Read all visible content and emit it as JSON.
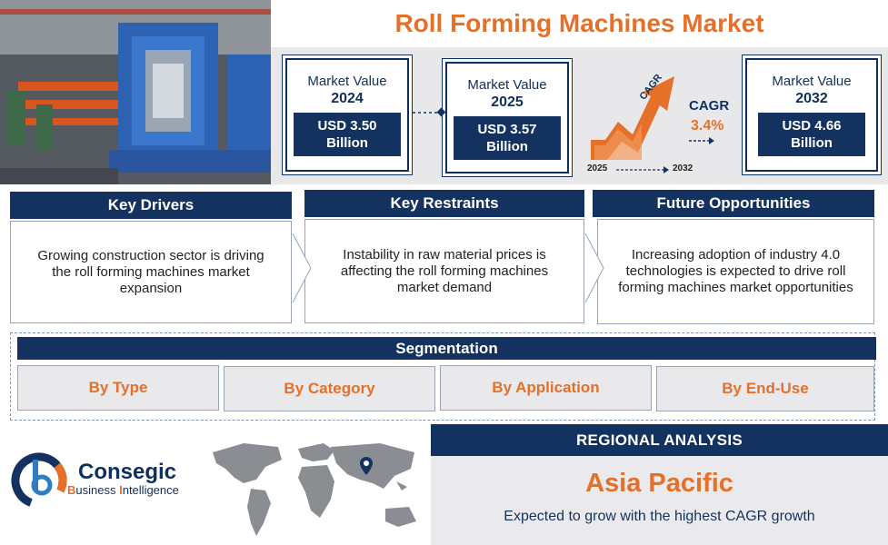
{
  "title": "Roll Forming Machines Market",
  "market_values": [
    {
      "label": "Market Value",
      "year": "2024",
      "value": "USD 3.50 Billion"
    },
    {
      "label": "Market Value",
      "year": "2025",
      "value": "USD 3.57 Billion"
    },
    {
      "label": "Market Value",
      "year": "2032",
      "value": "USD 4.66 Billion"
    }
  ],
  "cagr": {
    "arrow_text": "CAGR",
    "label": "CAGR",
    "value": "3.4%",
    "start_year": "2025",
    "end_year": "2032"
  },
  "boxes": [
    {
      "heading": "Key Drivers",
      "text": "Growing construction sector is driving the roll forming machines market expansion"
    },
    {
      "heading": "Key Restraints",
      "text": "Instability in raw material prices is affecting the roll forming machines market demand"
    },
    {
      "heading": "Future Opportunities",
      "text": "Increasing adoption of industry 4.0 technologies is expected to drive roll forming machines market opportunities"
    }
  ],
  "segmentation": {
    "heading": "Segmentation",
    "items": [
      "By Type",
      "By Category",
      "By Application",
      "By End-Use"
    ]
  },
  "logo": {
    "name": "Consegic",
    "sub_b": "B",
    "sub_rest1": "usiness ",
    "sub_i": "I",
    "sub_rest2": "ntelligence"
  },
  "regional": {
    "heading": "REGIONAL ANALYSIS",
    "region": "Asia Pacific",
    "description": "Expected to grow with the highest CAGR growth"
  },
  "colors": {
    "navy": "#14325f",
    "orange": "#e4702a",
    "light_gray": "#e8e8ea"
  },
  "icons": {
    "map": "world-map",
    "pin": "location-pin-icon",
    "chart": "growth-arrow-chart"
  }
}
